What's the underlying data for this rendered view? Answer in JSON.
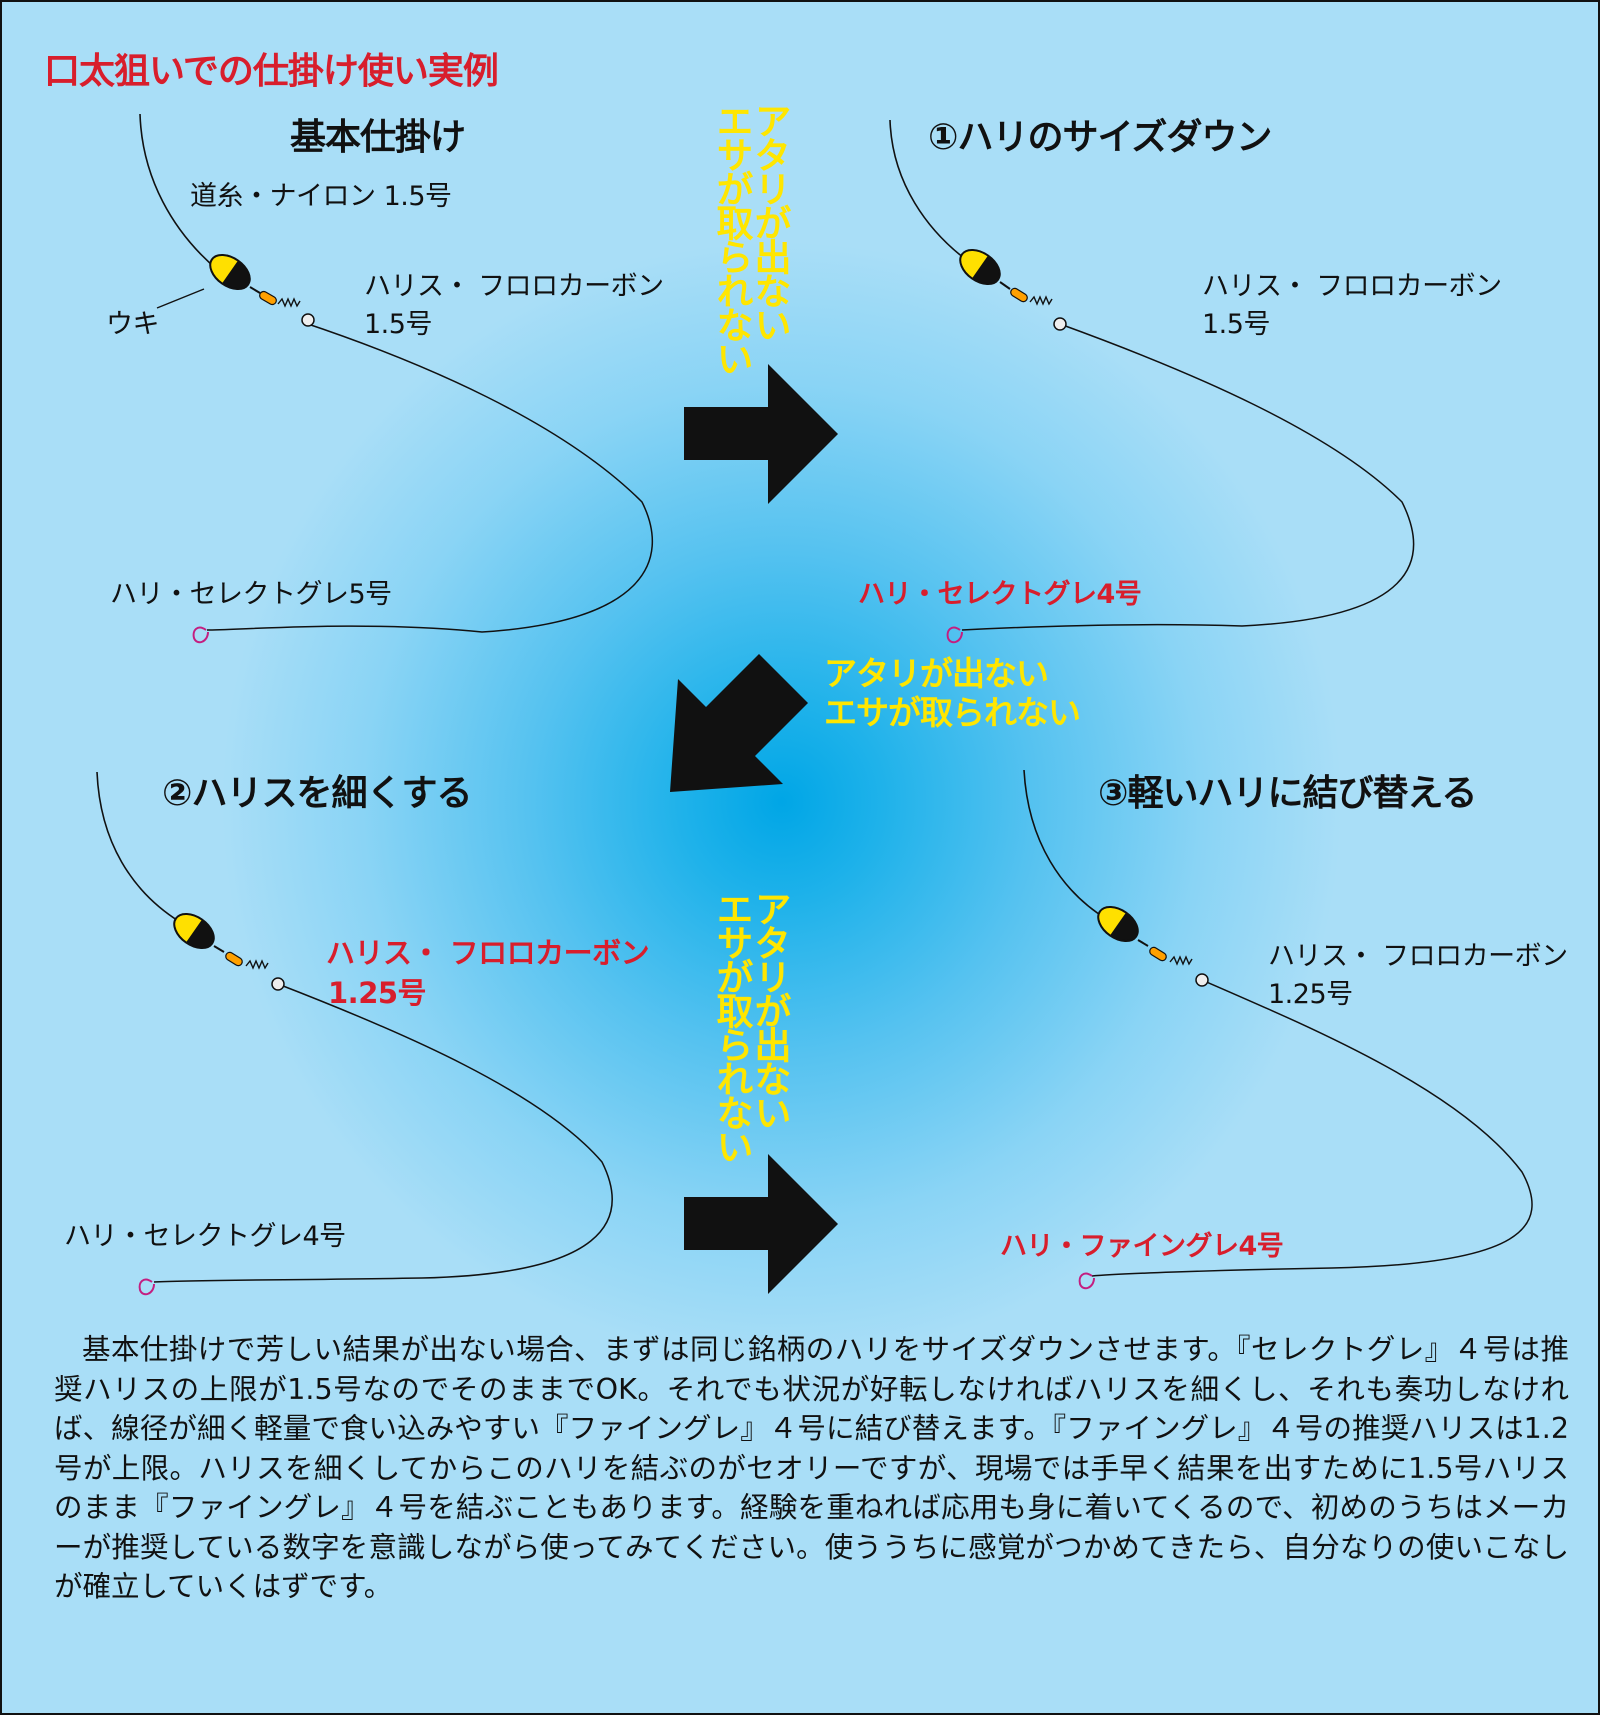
{
  "title": "口太狙いでの仕掛け使い実例",
  "colors": {
    "highlight_red": "#d81e2c",
    "arrow_text_yellow": "#ffe600",
    "float_yellow": "#ffe000"
  },
  "panels": [
    {
      "title": "基本仕掛け",
      "line_label": "道糸・ナイロン 1.5号",
      "float_label": "ウキ",
      "leader_label_1": "ハリス・ フロロカーボン",
      "leader_label_2": "1.5号",
      "hook_label": "ハリ・セレクトグレ5号"
    },
    {
      "title": "①ハリのサイズダウン",
      "leader_label_1": "ハリス・ フロロカーボン",
      "leader_label_2": "1.5号",
      "hook_label": "ハリ・セレクトグレ4号"
    },
    {
      "title": "②ハリスを細くする",
      "leader_label_1": "ハリス・ フロロカーボン",
      "leader_label_2": "1.25号",
      "hook_label": "ハリ・セレクトグレ4号"
    },
    {
      "title": "③軽いハリに結び替える",
      "leader_label_1": "ハリス・ フロロカーボン",
      "leader_label_2": "1.25号",
      "hook_label": "ハリ・ファイングレ4号"
    }
  ],
  "arrows": [
    {
      "line_1": "アタリが出ない",
      "line_2": "エサが取られない"
    },
    {
      "line_1": "アタリが出ない",
      "line_2": "エサが取られない"
    },
    {
      "line_1": "アタリが出ない",
      "line_2": "エサが取られない"
    }
  ],
  "body_text": "基本仕掛けで芳しい結果が出ない場合、まずは同じ銘柄のハリをサイズダウンさせます。『セレクトグレ』４号は推奨ハリスの上限が1.5号なのでそのままでOK。それでも状況が好転しなければハリスを細くし、それも奏功しなければ、線径が細く軽量で食い込みやすい『ファイングレ』４号に結び替えます。『ファイングレ』４号の推奨ハリスは1.2号が上限。ハリスを細くしてからこのハリを結ぶのがセオリーですが、現場では手早く結果を出すために1.5号ハリスのまま『ファイングレ』４号を結ぶこともあります。経験を重ねれば応用も身に着いてくるので、初めのうちはメーカーが推奨している数字を意識しながら使ってみてください。使ううちに感覚がつかめてきたら、自分なりの使いこなしが確立していくはずです。"
}
